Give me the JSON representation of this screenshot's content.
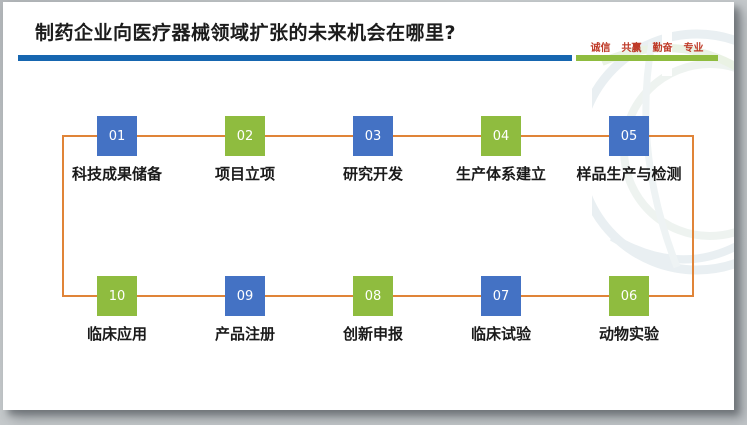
{
  "slide": {
    "title": "制药企业向医疗器械领域扩张的未来机会在哪里?",
    "motto": {
      "word1": "诚信",
      "word2": "共赢",
      "word3": "勤奋",
      "word4": "专业"
    }
  },
  "colors": {
    "title_rule_blue": "#1666b0",
    "motto_rule_green": "#8fbc3f",
    "motto_text_red": "#bf3a28",
    "box_blue": "#4472c4",
    "box_green": "#8fbc3f",
    "connector_orange": "#e08438"
  },
  "flow": {
    "top": [
      {
        "num": "01",
        "label": "科技成果储备",
        "tone": "blue"
      },
      {
        "num": "02",
        "label": "项目立项",
        "tone": "green"
      },
      {
        "num": "03",
        "label": "研究开发",
        "tone": "blue"
      },
      {
        "num": "04",
        "label": "生产体系建立",
        "tone": "green"
      },
      {
        "num": "05",
        "label": "样品生产与检测",
        "tone": "blue"
      }
    ],
    "bottom": [
      {
        "num": "10",
        "label": "临床应用",
        "tone": "green"
      },
      {
        "num": "09",
        "label": "产品注册",
        "tone": "blue"
      },
      {
        "num": "08",
        "label": "创新申报",
        "tone": "green"
      },
      {
        "num": "07",
        "label": "临床试验",
        "tone": "blue"
      },
      {
        "num": "06",
        "label": "动物实验",
        "tone": "green"
      }
    ]
  }
}
